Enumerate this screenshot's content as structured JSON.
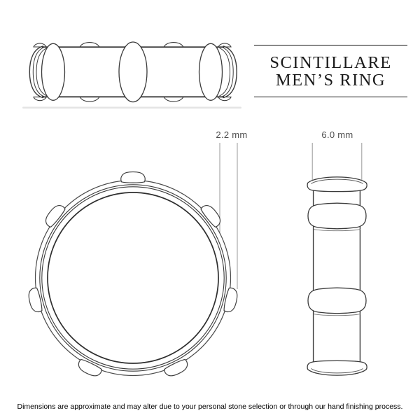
{
  "header": {
    "title_line1": "SCINTILLARE",
    "title_line2": "MEN’S RING"
  },
  "dimensions": {
    "band_thickness_label": "2.2 mm",
    "band_width_label": "6.0 mm"
  },
  "footer": {
    "disclaimer": "Dimensions are approximate and may alter due to your personal stone selection or through our hand finishing process."
  },
  "colors": {
    "background": "#ffffff",
    "line_art": "#3a3a3a",
    "heavy_line": "#2a2a2a",
    "title_text": "#1a1a1a",
    "title_rule": "#151515",
    "dimension_text": "#4d4d4d",
    "leader_line": "#999999",
    "shadow": "#e4e4e4"
  }
}
